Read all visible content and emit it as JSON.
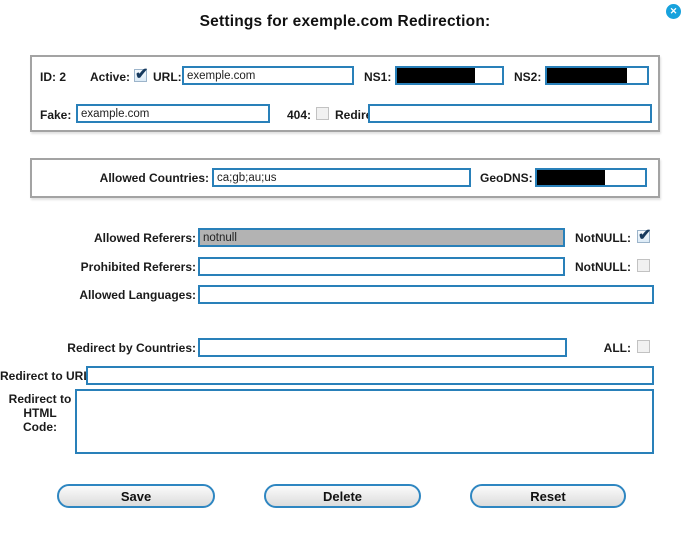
{
  "window": {
    "title": "Settings for exemple.com Redirection:",
    "close_glyph": "✕"
  },
  "general": {
    "id_label": "ID:",
    "id_value": "2",
    "active": {
      "label": "Active:",
      "checked": "true"
    },
    "url": {
      "label": "URL:",
      "value": "exemple.com"
    },
    "ns1": {
      "label": "NS1:",
      "value": "",
      "redacted": "true"
    },
    "ns2": {
      "label": "NS2:",
      "value": "",
      "redacted": "true"
    },
    "fake": {
      "label": "Fake:",
      "value": "example.com"
    },
    "error404": {
      "label": "404:",
      "checked": "false"
    },
    "redirect": {
      "label": "Redirect:",
      "value": ""
    }
  },
  "geo": {
    "allowed_countries": {
      "label": "Allowed Countries:",
      "value": "ca;gb;au;us"
    },
    "geodns": {
      "label": "GeoDNS:",
      "value": "",
      "redacted": "true"
    }
  },
  "referers": {
    "allowed": {
      "label": "Allowed Referers:",
      "value": "notnull",
      "notnull_label": "NotNULL:",
      "notnull_checked": "true"
    },
    "prohibited": {
      "label": "Prohibited Referers:",
      "value": "",
      "notnull_label": "NotNULL:",
      "notnull_checked": "false"
    },
    "languages": {
      "label": "Allowed Languages:",
      "value": ""
    }
  },
  "redirects": {
    "by_countries": {
      "label": "Redirect by Countries:",
      "value": "",
      "all_label": "ALL:",
      "all_checked": "false"
    },
    "to_url": {
      "label": "Redirect to URL:",
      "value": ""
    },
    "to_html": {
      "label": "Redirect to HTML Code:",
      "value": ""
    }
  },
  "buttons": {
    "save": "Save",
    "delete": "Delete",
    "reset": "Reset"
  },
  "colors": {
    "input_border_blue": "#2980b9",
    "close_icon_blue": "#17a2dd",
    "redaction_black": "#000000",
    "filled_input_gray": "#b3b3b3",
    "groupbox_border_gray": "#a3a3a3"
  }
}
